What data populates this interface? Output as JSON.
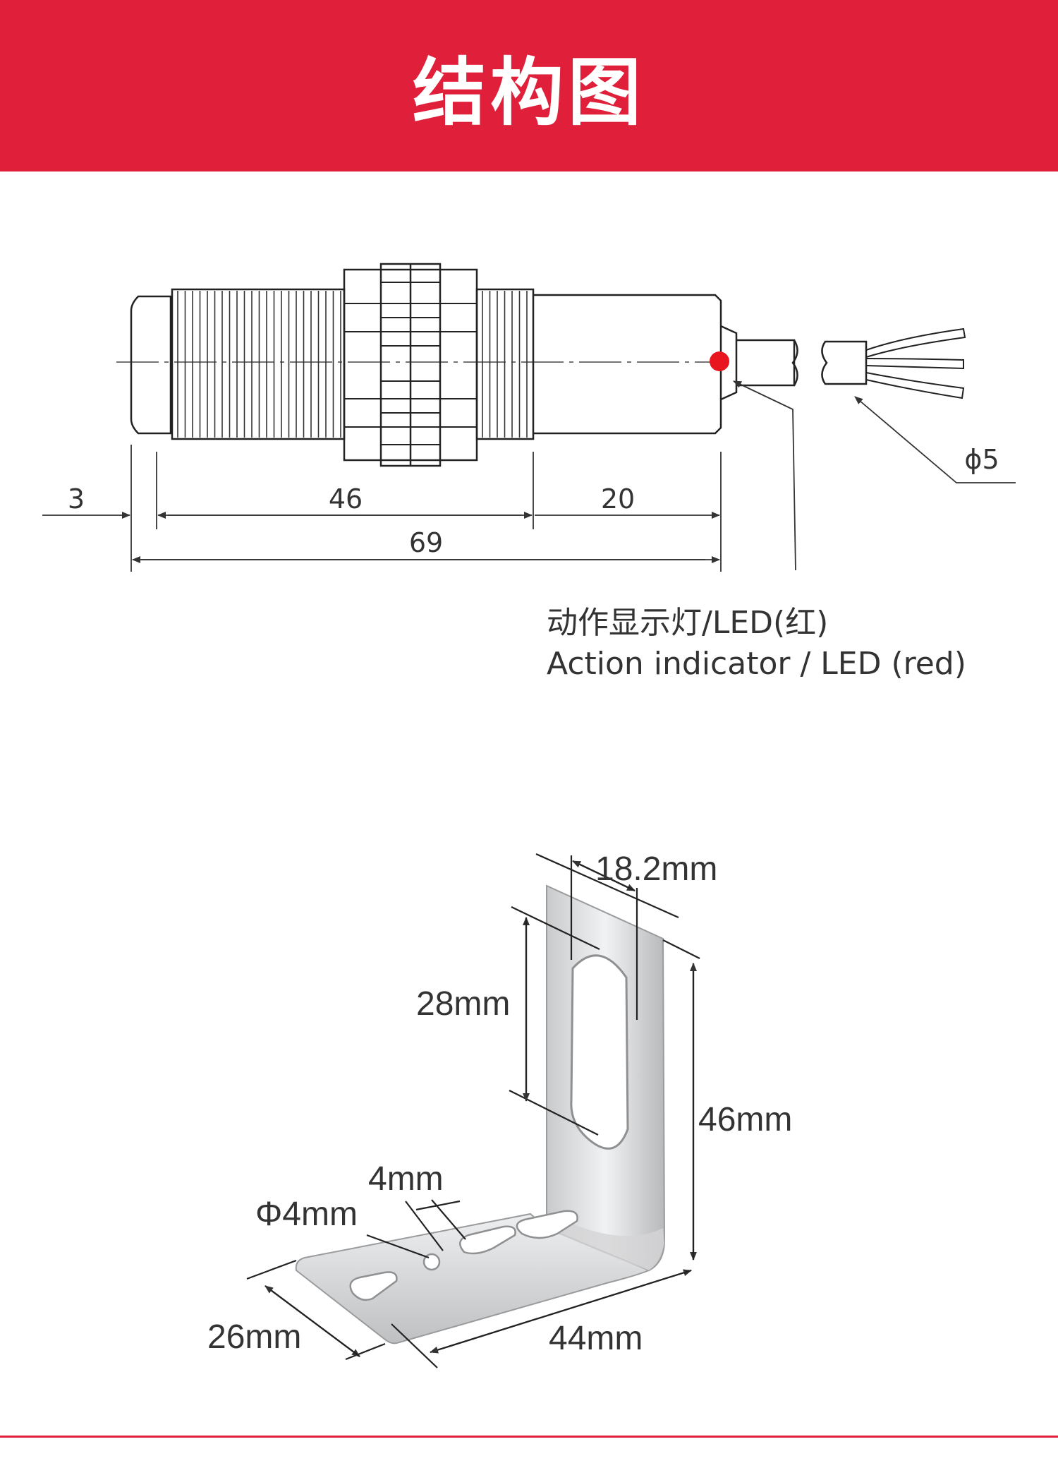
{
  "header": {
    "title": "结构图",
    "bg_color": "#e0203b"
  },
  "sensor": {
    "dims": {
      "d3": "3",
      "d46": "46",
      "d20": "20",
      "d69": "69",
      "cable": "ϕ5"
    },
    "led_label_cn": "动作显示灯/LED(红)",
    "led_label_en": "Action indicator / LED (red)",
    "led_color": "#e8141e"
  },
  "bracket": {
    "width": "18.2mm",
    "hole_height": "28mm",
    "height": "46mm",
    "slot": "4mm",
    "hole_dia": "Φ4mm",
    "depth": "26mm",
    "length": "44mm"
  },
  "footer": {
    "rule_color": "#e0203b"
  }
}
